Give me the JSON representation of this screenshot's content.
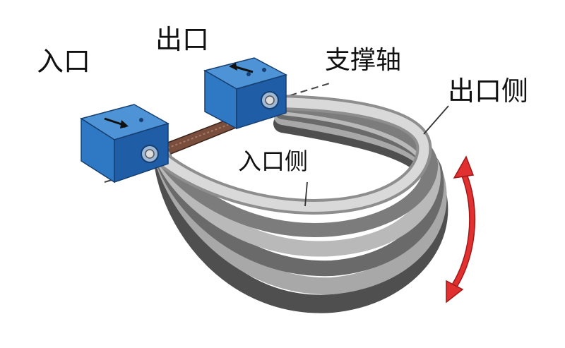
{
  "labels": {
    "inlet": "入口",
    "outlet": "出口",
    "support_shaft": "支撑轴",
    "outlet_side": "出口侧",
    "inlet_side": "入口侧"
  },
  "colors": {
    "block_front": "#2f78c4",
    "block_top": "#4d93d6",
    "block_side": "#1f5ea6",
    "shaft": "#7a4e3c",
    "tube_light": "#c4c4c4",
    "tube_dark": "#5e5e5e",
    "arrow": "#d82a2a"
  },
  "icons": {
    "flow_arrow_inlet": "arrow-right-icon",
    "flow_arrow_outlet": "arrow-left-icon",
    "motion_arrow": "double-arrow-icon"
  }
}
